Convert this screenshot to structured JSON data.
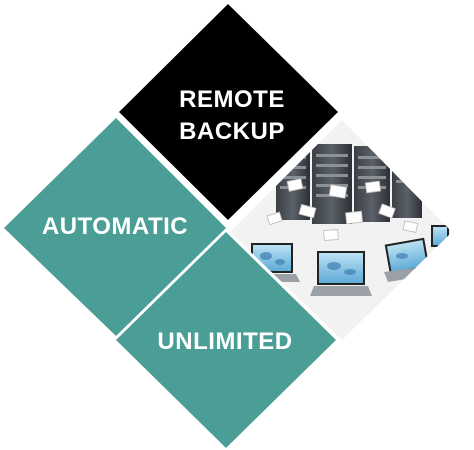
{
  "tiles": {
    "remote_backup": {
      "line1": "REMOTE",
      "line2": "BACKUP",
      "color": "#000000"
    },
    "automatic": {
      "label": "AUTOMATIC",
      "color": "#4a9e96"
    },
    "unlimited": {
      "label": "UNLIMITED",
      "color": "#4a9e96"
    }
  },
  "illustration": {
    "icon": "server-rack-to-laptops-backup-icon"
  }
}
